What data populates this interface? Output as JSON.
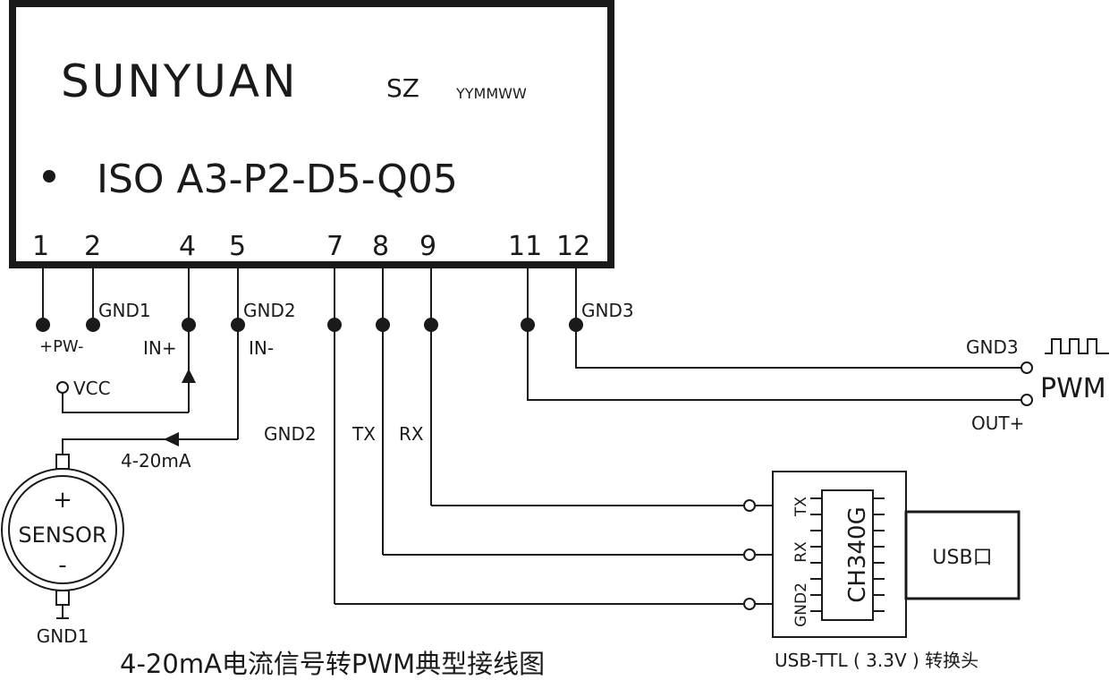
{
  "module": {
    "brand": "SUNYUAN",
    "brand_suffix": "SZ",
    "date_code": "YYMMWW",
    "model": "ISO A3-P2-D5-Q05",
    "pins": [
      "1",
      "2",
      "4",
      "5",
      "7",
      "8",
      "9",
      "11",
      "12"
    ]
  },
  "labels": {
    "gnd1_top": "GND1",
    "gnd2_top": "GND2",
    "gnd3_top": "GND3",
    "pw": "+PW-",
    "in_plus": "IN+",
    "in_minus": "IN-",
    "vcc": "VCC",
    "current": "4-20mA",
    "gnd2_bus": "GND2",
    "tx_bus": "TX",
    "rx_bus": "RX"
  },
  "sensor": {
    "plus": "+",
    "name": "SENSOR",
    "minus": "-",
    "ground": "GND1"
  },
  "pwm_output": {
    "gnd_label": "GND3",
    "title": "PWM",
    "out_label": "OUT+"
  },
  "usb_adapter": {
    "chip": "CH340G",
    "tx": "TX",
    "rx": "RX",
    "gnd": "GND2",
    "port": "USB口",
    "caption": "USB-TTL ( 3.3V ) 转换头"
  },
  "caption": "4-20mA电流信号转PWM典型接线图"
}
